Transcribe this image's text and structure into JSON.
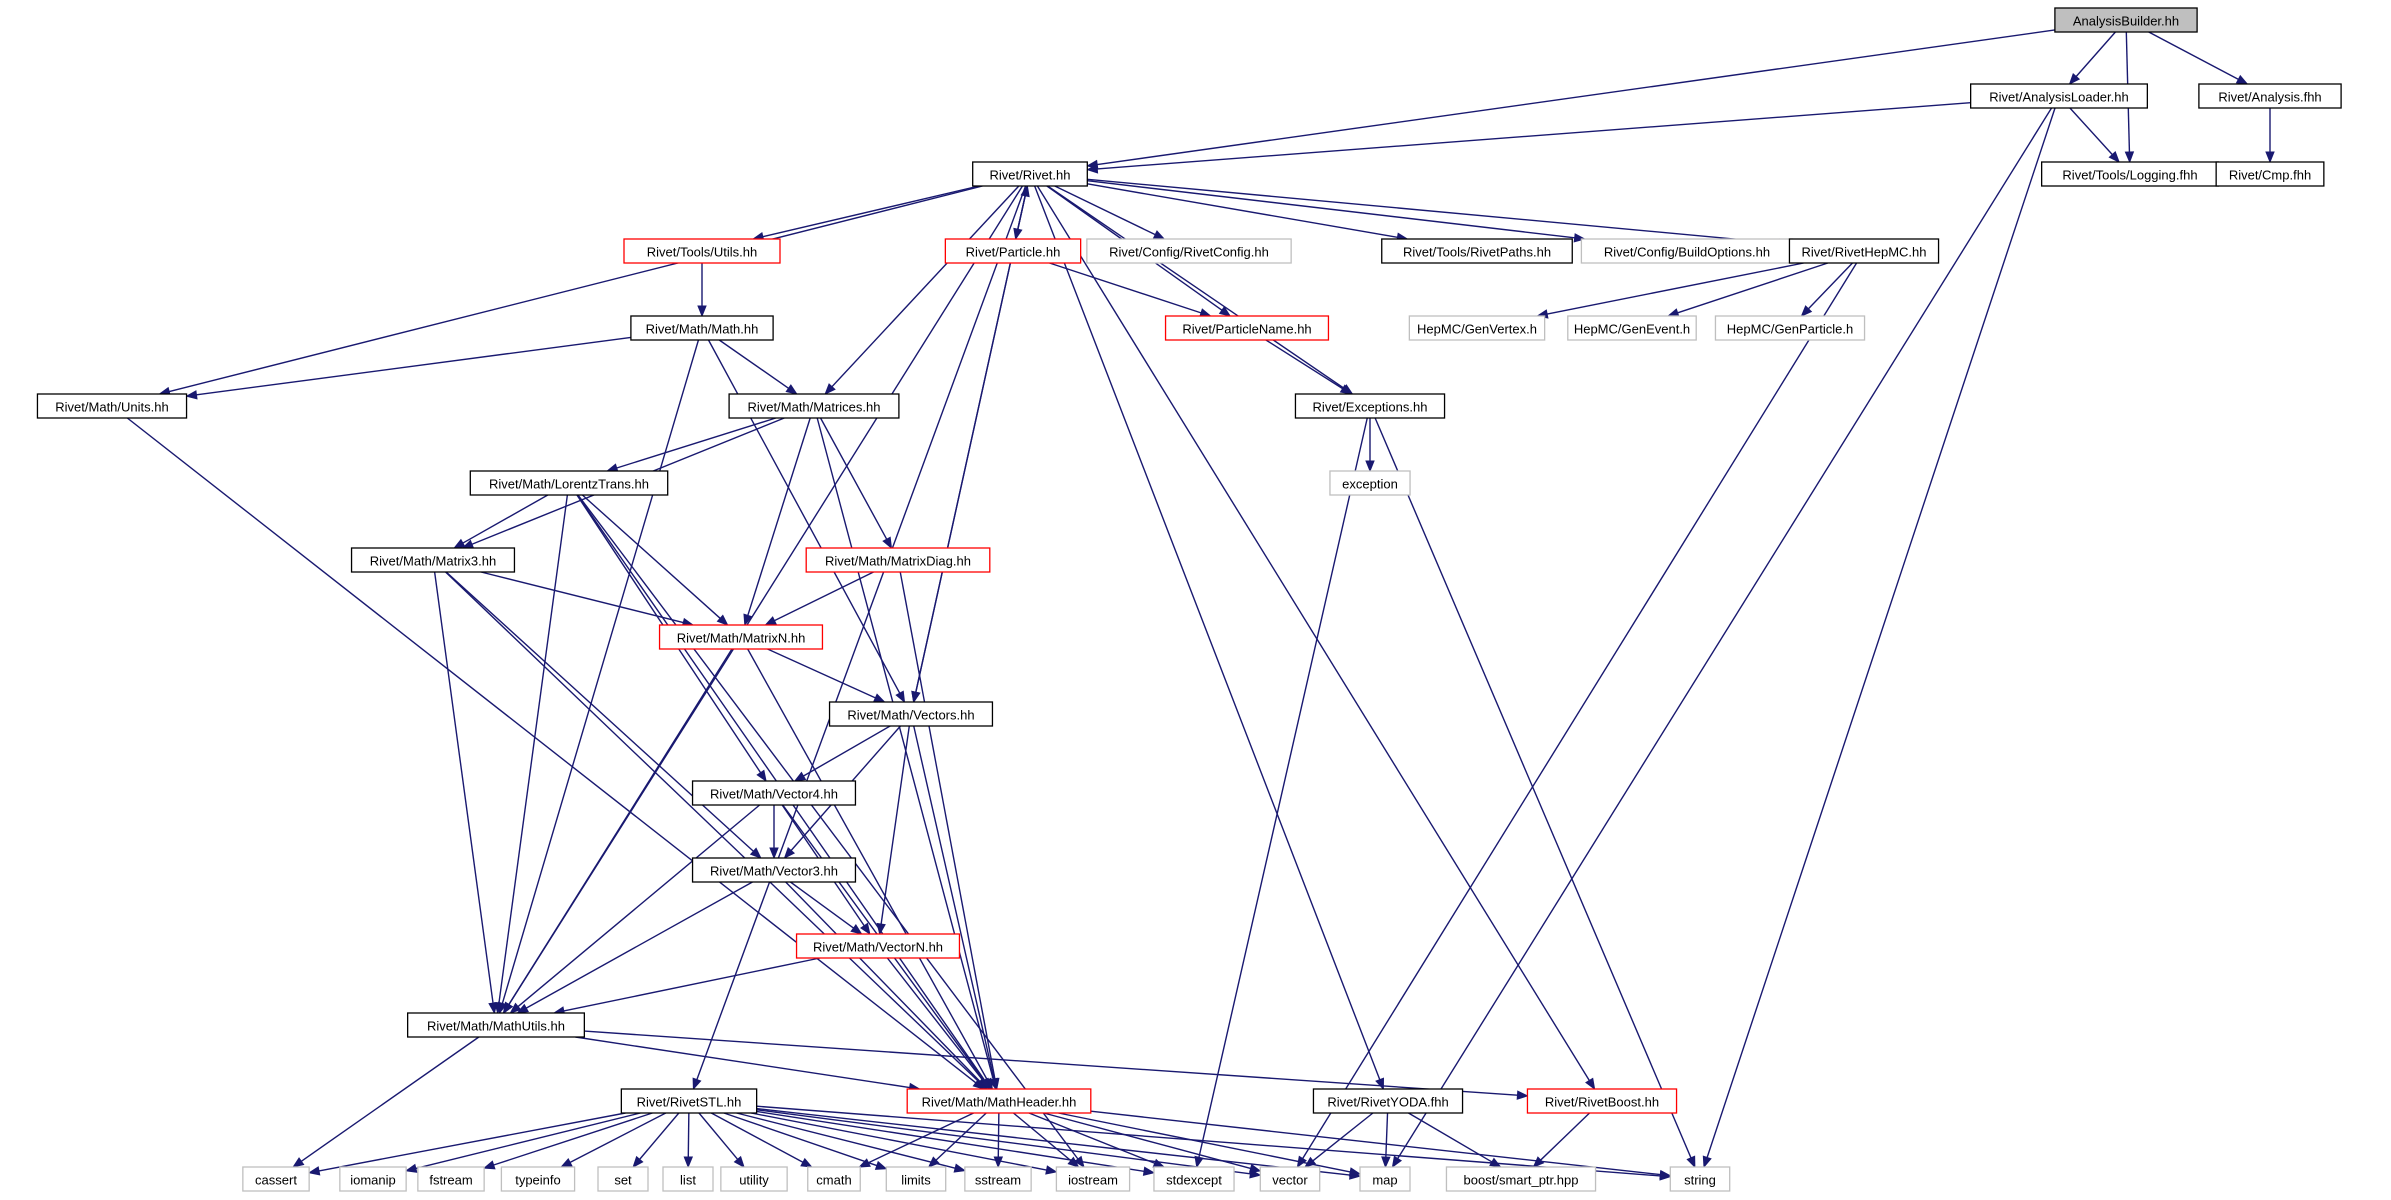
{
  "graph": {
    "colors": {
      "edge": "#191970",
      "root_fill": "#bfbfbf",
      "documented_border": "#000000",
      "truncated_border": "#ff0000",
      "external_border": "#bfbfbf",
      "text": "#000000"
    },
    "nodes": [
      {
        "id": "ab",
        "label": "AnalysisBuilder.hh",
        "kind": "root"
      },
      {
        "id": "aload",
        "label": "Rivet/AnalysisLoader.hh",
        "kind": "documented"
      },
      {
        "id": "afhh",
        "label": "Rivet/Analysis.fhh",
        "kind": "documented"
      },
      {
        "id": "logging",
        "label": "Rivet/Tools/Logging.fhh",
        "kind": "documented"
      },
      {
        "id": "cmp",
        "label": "Rivet/Cmp.fhh",
        "kind": "documented"
      },
      {
        "id": "rivet",
        "label": "Rivet/Rivet.hh",
        "kind": "documented"
      },
      {
        "id": "utils",
        "label": "Rivet/Tools/Utils.hh",
        "kind": "truncated"
      },
      {
        "id": "particle",
        "label": "Rivet/Particle.hh",
        "kind": "truncated"
      },
      {
        "id": "rconfig",
        "label": "Rivet/Config/RivetConfig.hh",
        "kind": "external"
      },
      {
        "id": "rpaths",
        "label": "Rivet/Tools/RivetPaths.hh",
        "kind": "documented"
      },
      {
        "id": "bopts",
        "label": "Rivet/Config/BuildOptions.hh",
        "kind": "external"
      },
      {
        "id": "hepmc",
        "label": "Rivet/RivetHepMC.hh",
        "kind": "documented"
      },
      {
        "id": "genvertex",
        "label": "HepMC/GenVertex.h",
        "kind": "external"
      },
      {
        "id": "genevent",
        "label": "HepMC/GenEvent.h",
        "kind": "external"
      },
      {
        "id": "genparticle",
        "label": "HepMC/GenParticle.h",
        "kind": "external"
      },
      {
        "id": "mathhh",
        "label": "Rivet/Math/Math.hh",
        "kind": "documented"
      },
      {
        "id": "pname",
        "label": "Rivet/ParticleName.hh",
        "kind": "truncated"
      },
      {
        "id": "units",
        "label": "Rivet/Math/Units.hh",
        "kind": "documented"
      },
      {
        "id": "matrices",
        "label": "Rivet/Math/Matrices.hh",
        "kind": "documented"
      },
      {
        "id": "exceptions",
        "label": "Rivet/Exceptions.hh",
        "kind": "documented"
      },
      {
        "id": "exception",
        "label": "exception",
        "kind": "external"
      },
      {
        "id": "lorentz",
        "label": "Rivet/Math/LorentzTrans.hh",
        "kind": "documented"
      },
      {
        "id": "matrix3",
        "label": "Rivet/Math/Matrix3.hh",
        "kind": "documented"
      },
      {
        "id": "mdiag",
        "label": "Rivet/Math/MatrixDiag.hh",
        "kind": "truncated"
      },
      {
        "id": "matrixn",
        "label": "Rivet/Math/MatrixN.hh",
        "kind": "truncated"
      },
      {
        "id": "vectors",
        "label": "Rivet/Math/Vectors.hh",
        "kind": "documented"
      },
      {
        "id": "vector4",
        "label": "Rivet/Math/Vector4.hh",
        "kind": "documented"
      },
      {
        "id": "vector3",
        "label": "Rivet/Math/Vector3.hh",
        "kind": "documented"
      },
      {
        "id": "vectorn",
        "label": "Rivet/Math/VectorN.hh",
        "kind": "truncated"
      },
      {
        "id": "mathutils",
        "label": "Rivet/Math/MathUtils.hh",
        "kind": "documented"
      },
      {
        "id": "rivetstl",
        "label": "Rivet/RivetSTL.hh",
        "kind": "documented"
      },
      {
        "id": "mathheader",
        "label": "Rivet/Math/MathHeader.hh",
        "kind": "truncated"
      },
      {
        "id": "yoda",
        "label": "Rivet/RivetYODA.fhh",
        "kind": "documented"
      },
      {
        "id": "boost",
        "label": "Rivet/RivetBoost.hh",
        "kind": "truncated"
      },
      {
        "id": "cassert",
        "label": "cassert",
        "kind": "external"
      },
      {
        "id": "iomanip",
        "label": "iomanip",
        "kind": "external"
      },
      {
        "id": "fstream",
        "label": "fstream",
        "kind": "external"
      },
      {
        "id": "typeinfo",
        "label": "typeinfo",
        "kind": "external"
      },
      {
        "id": "set",
        "label": "set",
        "kind": "external"
      },
      {
        "id": "list",
        "label": "list",
        "kind": "external"
      },
      {
        "id": "utility",
        "label": "utility",
        "kind": "external"
      },
      {
        "id": "cmath",
        "label": "cmath",
        "kind": "external"
      },
      {
        "id": "limits",
        "label": "limits",
        "kind": "external"
      },
      {
        "id": "sstream",
        "label": "sstream",
        "kind": "external"
      },
      {
        "id": "iostream",
        "label": "iostream",
        "kind": "external"
      },
      {
        "id": "stdexcept",
        "label": "stdexcept",
        "kind": "external"
      },
      {
        "id": "vector",
        "label": "vector",
        "kind": "external"
      },
      {
        "id": "map",
        "label": "map",
        "kind": "external"
      },
      {
        "id": "smartptr",
        "label": "boost/smart_ptr.hpp",
        "kind": "external"
      },
      {
        "id": "string",
        "label": "string",
        "kind": "external"
      }
    ],
    "edges": [
      [
        "ab",
        "aload"
      ],
      [
        "ab",
        "rivet"
      ],
      [
        "ab",
        "logging"
      ],
      [
        "ab",
        "afhh"
      ],
      [
        "afhh",
        "cmp"
      ],
      [
        "aload",
        "rivet"
      ],
      [
        "aload",
        "logging"
      ],
      [
        "aload",
        "map"
      ],
      [
        "aload",
        "string"
      ],
      [
        "rivet",
        "utils"
      ],
      [
        "rivet",
        "particle"
      ],
      [
        "rivet",
        "rconfig"
      ],
      [
        "rivet",
        "rpaths"
      ],
      [
        "rivet",
        "bopts"
      ],
      [
        "rivet",
        "hepmc"
      ],
      [
        "rivet",
        "units"
      ],
      [
        "rivet",
        "matrices"
      ],
      [
        "rivet",
        "pname"
      ],
      [
        "rivet",
        "exceptions"
      ],
      [
        "rivet",
        "vectors"
      ],
      [
        "rivet",
        "mathutils"
      ],
      [
        "rivet",
        "rivetstl"
      ],
      [
        "rivet",
        "yoda"
      ],
      [
        "rivet",
        "boost"
      ],
      [
        "particle",
        "rivet"
      ],
      [
        "particle",
        "pname"
      ],
      [
        "particle",
        "vectors"
      ],
      [
        "utils",
        "mathhh"
      ],
      [
        "mathhh",
        "units"
      ],
      [
        "mathhh",
        "matrices"
      ],
      [
        "mathhh",
        "vectors"
      ],
      [
        "mathhh",
        "mathutils"
      ],
      [
        "units",
        "mathheader"
      ],
      [
        "hepmc",
        "genvertex"
      ],
      [
        "hepmc",
        "genevent"
      ],
      [
        "hepmc",
        "genparticle"
      ],
      [
        "hepmc",
        "vector"
      ],
      [
        "pname",
        "exceptions"
      ],
      [
        "exceptions",
        "exception"
      ],
      [
        "exceptions",
        "stdexcept"
      ],
      [
        "exceptions",
        "string"
      ],
      [
        "matrices",
        "lorentz"
      ],
      [
        "matrices",
        "matrix3"
      ],
      [
        "matrices",
        "mdiag"
      ],
      [
        "matrices",
        "matrixn"
      ],
      [
        "matrices",
        "mathheader"
      ],
      [
        "lorentz",
        "matrix3"
      ],
      [
        "lorentz",
        "matrixn"
      ],
      [
        "lorentz",
        "vector4"
      ],
      [
        "lorentz",
        "mathutils"
      ],
      [
        "lorentz",
        "mathheader"
      ],
      [
        "lorentz",
        "iostream"
      ],
      [
        "matrix3",
        "matrixn"
      ],
      [
        "matrix3",
        "vector3"
      ],
      [
        "matrix3",
        "mathutils"
      ],
      [
        "matrix3",
        "mathheader"
      ],
      [
        "mdiag",
        "matrixn"
      ],
      [
        "mdiag",
        "mathheader"
      ],
      [
        "matrixn",
        "vectors"
      ],
      [
        "matrixn",
        "mathutils"
      ],
      [
        "matrixn",
        "mathheader"
      ],
      [
        "vectors",
        "vector4"
      ],
      [
        "vectors",
        "vector3"
      ],
      [
        "vectors",
        "vectorn"
      ],
      [
        "vectors",
        "mathheader"
      ],
      [
        "vector4",
        "vector3"
      ],
      [
        "vector4",
        "vectorn"
      ],
      [
        "vector4",
        "mathutils"
      ],
      [
        "vector4",
        "mathheader"
      ],
      [
        "vector3",
        "vectorn"
      ],
      [
        "vector3",
        "mathutils"
      ],
      [
        "vector3",
        "mathheader"
      ],
      [
        "vectorn",
        "mathutils"
      ],
      [
        "vectorn",
        "mathheader"
      ],
      [
        "mathutils",
        "mathheader"
      ],
      [
        "mathutils",
        "cassert"
      ],
      [
        "mathutils",
        "boost"
      ],
      [
        "rivetstl",
        "cassert"
      ],
      [
        "rivetstl",
        "iomanip"
      ],
      [
        "rivetstl",
        "fstream"
      ],
      [
        "rivetstl",
        "typeinfo"
      ],
      [
        "rivetstl",
        "set"
      ],
      [
        "rivetstl",
        "list"
      ],
      [
        "rivetstl",
        "utility"
      ],
      [
        "rivetstl",
        "cmath"
      ],
      [
        "rivetstl",
        "limits"
      ],
      [
        "rivetstl",
        "sstream"
      ],
      [
        "rivetstl",
        "iostream"
      ],
      [
        "rivetstl",
        "stdexcept"
      ],
      [
        "rivetstl",
        "vector"
      ],
      [
        "rivetstl",
        "map"
      ],
      [
        "rivetstl",
        "string"
      ],
      [
        "mathheader",
        "cmath"
      ],
      [
        "mathheader",
        "limits"
      ],
      [
        "mathheader",
        "sstream"
      ],
      [
        "mathheader",
        "iostream"
      ],
      [
        "mathheader",
        "stdexcept"
      ],
      [
        "mathheader",
        "vector"
      ],
      [
        "mathheader",
        "map"
      ],
      [
        "mathheader",
        "string"
      ],
      [
        "yoda",
        "vector"
      ],
      [
        "yoda",
        "map"
      ],
      [
        "yoda",
        "smartptr"
      ],
      [
        "boost",
        "smartptr"
      ]
    ]
  }
}
